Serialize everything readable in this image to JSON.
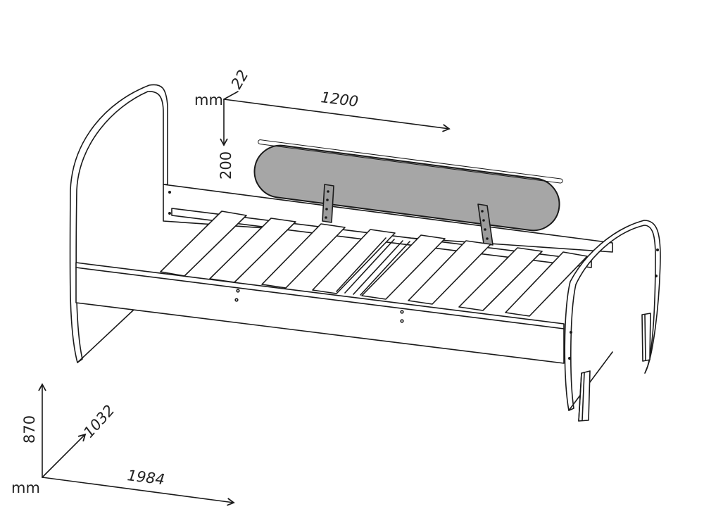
{
  "colors": {
    "line": "#1a1a1a",
    "panel_fill": "#ffffff",
    "guard_fill": "#a6a6a6",
    "bracket_fill": "#999999"
  },
  "guard_rail": {
    "unit": "mm",
    "thickness": "22",
    "length": "1200",
    "height": "200"
  },
  "overall": {
    "unit": "mm",
    "height": "870",
    "depth": "1032",
    "length": "1984"
  }
}
